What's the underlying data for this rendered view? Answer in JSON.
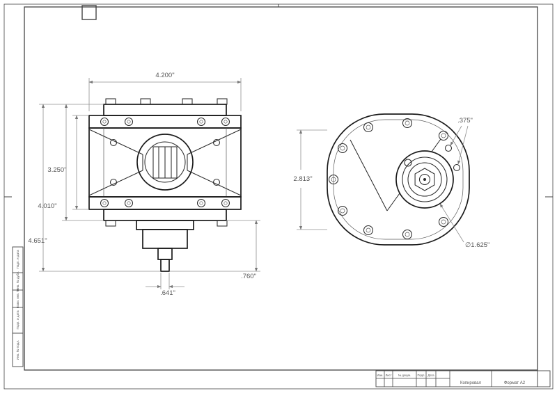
{
  "colors": {
    "ink": "#2a2a2a",
    "dim_line": "#8f8f8f",
    "dim_text": "#555555",
    "paper": "#ffffff"
  },
  "side_view": {
    "dim_width": "4.200\"",
    "dim_h1": "3.250\"",
    "dim_h2": "4.010\"",
    "dim_h3": "4.651\"",
    "dim_shaft": ".641\"",
    "dim_step": ".760\""
  },
  "front_view": {
    "dim_height": "2.813\"",
    "dim_hole": ".375\"",
    "dim_hub": "∅1.625\""
  },
  "margin": {
    "labels": [
      "Подп. и дата",
      "Инв. № дубл.",
      "Взам. инв. №",
      "Подп. и дата",
      "Инв. № подл."
    ]
  },
  "title_block": {
    "rev": "Изм.",
    "sheet": "Лист",
    "doc": "№ докум.",
    "sign": "Подп.",
    "date": "Дата",
    "copied": "Копировал",
    "format": "Формат А2"
  }
}
